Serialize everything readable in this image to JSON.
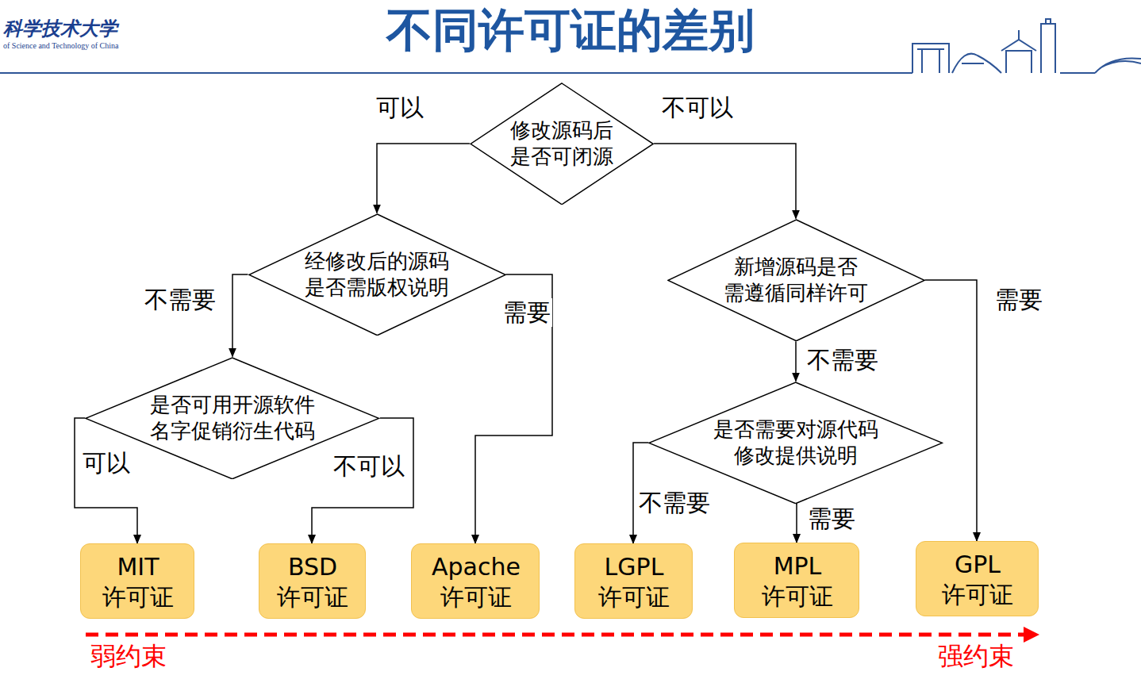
{
  "diagram": {
    "title": "不同许可证的差别",
    "nodes": [
      {
        "text": [
          "修改源码后 是否可闭源"
        ]
      },
      {
        "text": [
          "经修改后的源码 是否需版权说明"
        ]
      },
      {
        "text": [
          "新增源码是否 需遵循同样许可"
        ]
      },
      {
        "text": [
          "是否可用开源软件 名字促销衍生代码"
        ]
      },
      {
        "text": [
          "是否需要对源代码 修改提供说明"
        ]
      },
      {
        "text": [
          "MIT 许可证"
        ]
      },
      {
        "text": [
          "BSD 许可证"
        ]
      },
      {
        "text": [
          "Apache 许可证"
        ]
      },
      {
        "text": [
          "LGPL 许可证"
        ]
      },
      {
        "text": [
          "MPL 许可证"
        ]
      },
      {
        "text": [
          "GPL 许可证"
        ]
      }
    ],
    "edges": [
      {
        "from": 0,
        "to": 1,
        "label": "可以",
        "arrow": "to"
      },
      {
        "from": 0,
        "to": 2,
        "label": "不可以",
        "arrow": "to"
      },
      {
        "from": 1,
        "to": 3,
        "label": "不需要",
        "arrow": "to"
      },
      {
        "from": 1,
        "to": 7,
        "label": "需要",
        "arrow": "to"
      },
      {
        "from": 2,
        "to": 4,
        "label": "不需要",
        "arrow": "to"
      },
      {
        "from": 2,
        "to": 10,
        "label": "需要",
        "arrow": "to"
      },
      {
        "from": 3,
        "to": 5,
        "label": "可以",
        "arrow": "to"
      },
      {
        "from": 3,
        "to": 6,
        "label": "不可以",
        "arrow": "to"
      },
      {
        "from": 4,
        "to": 8,
        "label": "不需要",
        "arrow": "to"
      },
      {
        "from": 4,
        "to": 9,
        "label": "需要",
        "arrow": "to"
      }
    ],
    "labels": [
      "科学技术大学",
      "of Science and Technology of China",
      "弱约束",
      "强约束"
    ]
  }
}
